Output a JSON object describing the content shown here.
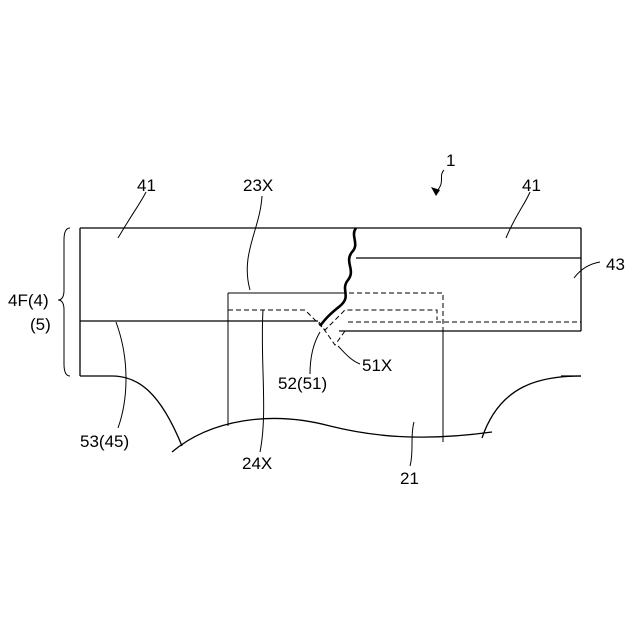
{
  "labels": {
    "ref_1": "1",
    "ref_41_left": "41",
    "ref_41_right": "41",
    "ref_23x": "23X",
    "ref_43": "43",
    "ref_4f": "4F(4)",
    "ref_5": "(5)",
    "ref_51x": "51X",
    "ref_52": "52(51)",
    "ref_53": "53(45)",
    "ref_24x": "24X",
    "ref_21": "21"
  }
}
